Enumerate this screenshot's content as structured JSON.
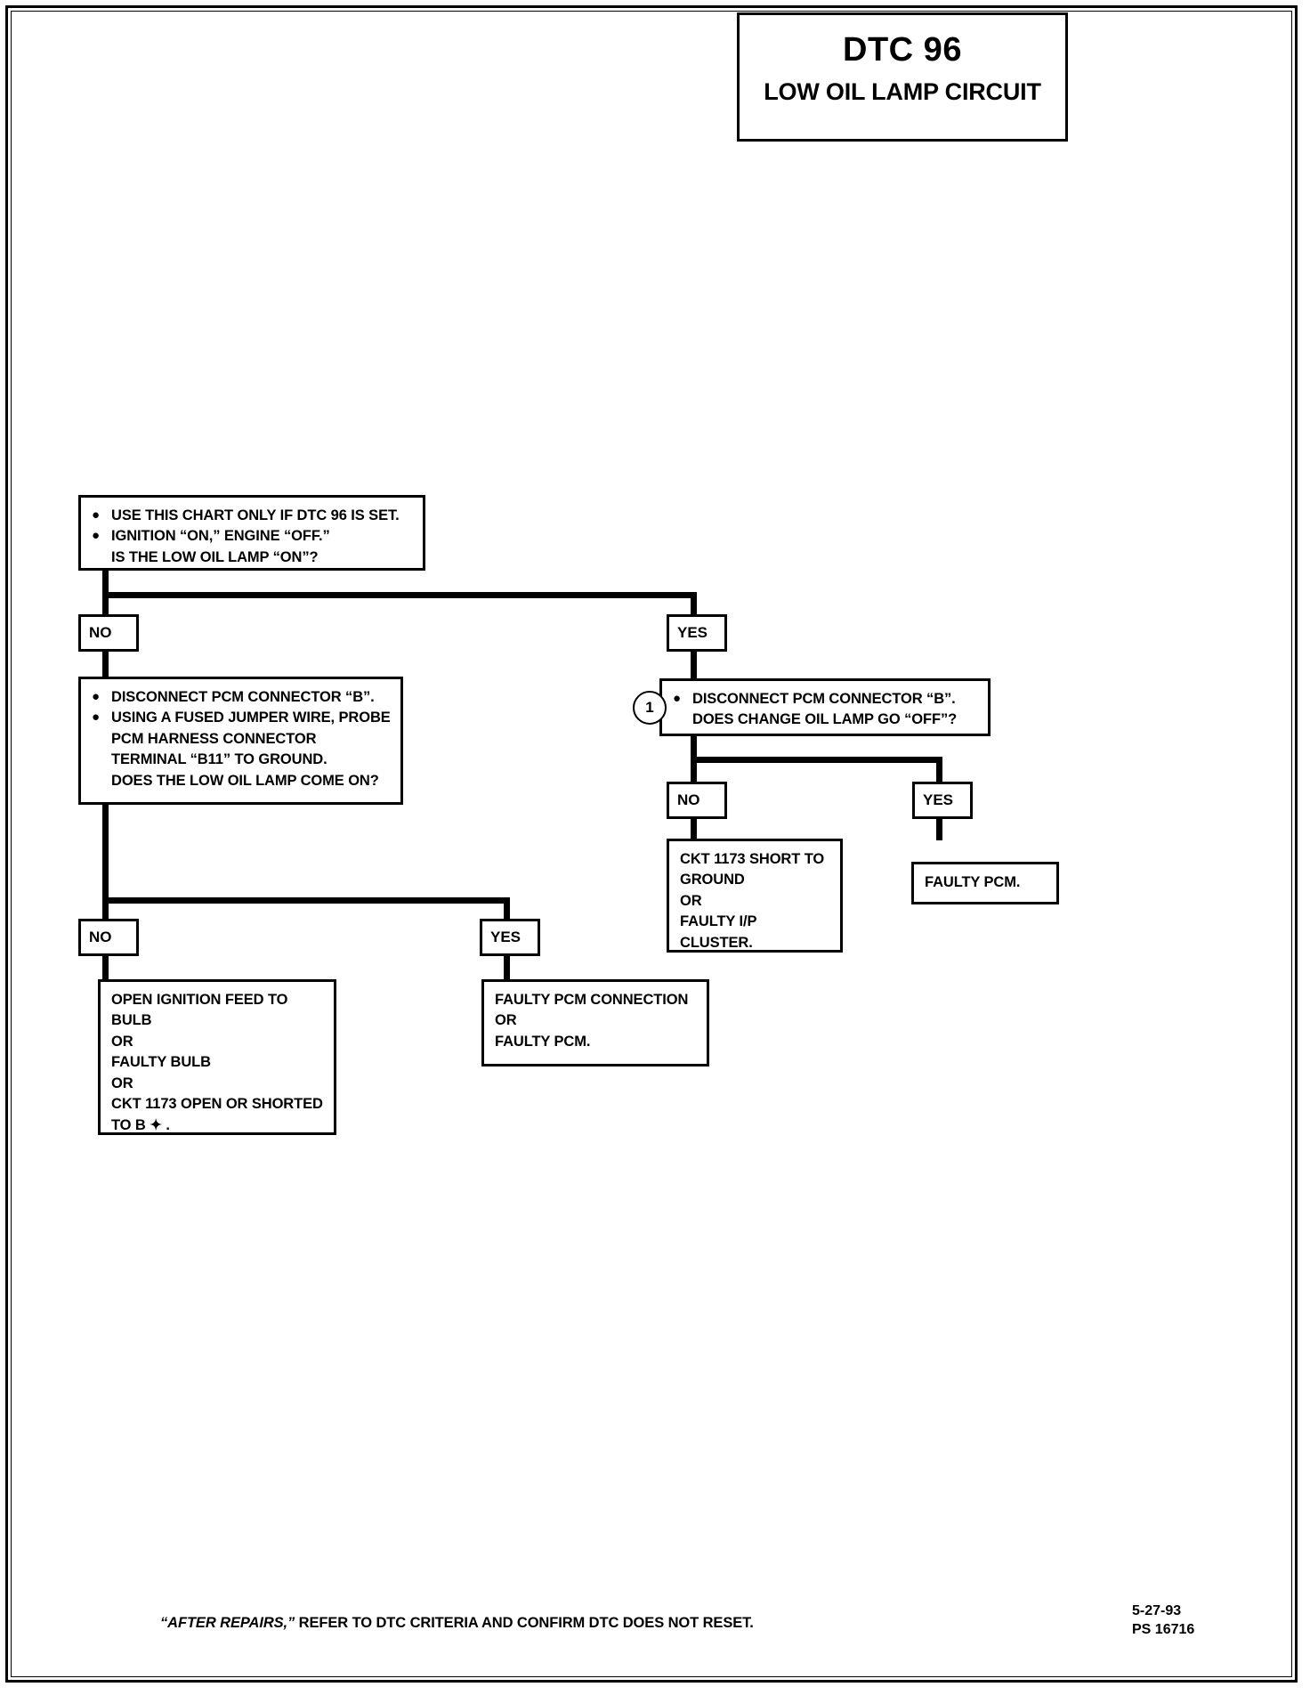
{
  "title": {
    "code": "DTC 96",
    "name": "LOW OIL LAMP CIRCUIT"
  },
  "flow": {
    "start_box": {
      "bullets": [
        "USE THIS CHART ONLY IF DTC 96 IS SET.",
        "IGNITION “ON,” ENGINE “OFF.”"
      ],
      "question": "IS THE LOW OIL LAMP “ON”?"
    },
    "branch_no_label": "NO",
    "branch_yes_label": "YES",
    "left_test_box": {
      "bullets": [
        "DISCONNECT PCM CONNECTOR “B”.",
        "USING A FUSED JUMPER WIRE, PROBE"
      ],
      "cont_lines": [
        "PCM HARNESS CONNECTOR",
        "TERMINAL “B11” TO GROUND.",
        "DOES THE LOW OIL LAMP COME ON?"
      ]
    },
    "left_no_label": "NO",
    "left_yes_label": "YES",
    "left_no_result": [
      "OPEN IGNITION FEED TO BULB",
      "OR",
      "FAULTY BULB",
      "OR",
      "CKT 1173 OPEN OR SHORTED",
      "TO B ✦ ."
    ],
    "left_yes_result": [
      "FAULTY PCM CONNECTION",
      "OR",
      "FAULTY PCM."
    ],
    "right_test_box": {
      "ref_marker": "1",
      "bullets": [
        "DISCONNECT PCM CONNECTOR “B”."
      ],
      "cont_lines": [
        "DOES CHANGE OIL LAMP GO “OFF”?"
      ]
    },
    "right_no_label": "NO",
    "right_yes_label": "YES",
    "right_no_result": [
      "CKT 1173 SHORT TO",
      "GROUND",
      "OR",
      "FAULTY I/P CLUSTER."
    ],
    "right_yes_result": [
      "FAULTY PCM."
    ]
  },
  "footer": {
    "note_italic": "“AFTER REPAIRS,”",
    "note_rest": " REFER TO DTC CRITERIA AND CONFIRM DTC DOES NOT RESET.",
    "date": "5-27-93",
    "doc_id": "PS 16716"
  }
}
